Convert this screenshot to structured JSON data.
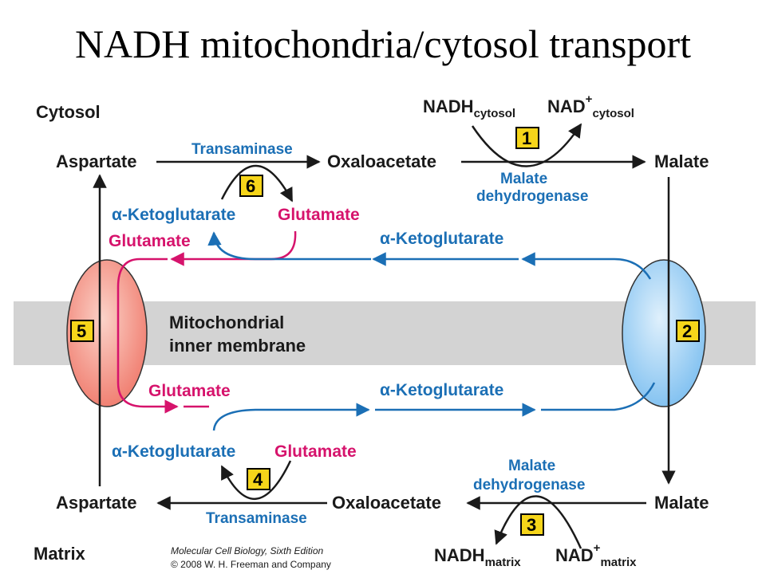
{
  "title": "NADH mitochondria/cytosol transport",
  "compartments": {
    "cytosol": "Cytosol",
    "matrix": "Matrix",
    "membrane_line1": "Mitochondrial",
    "membrane_line2": "inner membrane"
  },
  "cytosol": {
    "aspartate": "Aspartate",
    "oxaloacetate": "Oxaloacetate",
    "malate": "Malate",
    "transaminase": "Transaminase",
    "akg": "α-Ketoglutarate",
    "glutamate": "Glutamate",
    "nadh": "NADH",
    "nadh_sub": "cytosol",
    "nad": "NAD",
    "nad_sup": "+",
    "nad_sub": "cytosol",
    "mdh_line1": "Malate",
    "mdh_line2": "dehydrogenase"
  },
  "transport": {
    "glutamate_top": "Glutamate",
    "akg_top": "α-Ketoglutarate",
    "glutamate_bottom": "Glutamate",
    "akg_bottom": "α-Ketoglutarate"
  },
  "matrix": {
    "aspartate": "Aspartate",
    "oxaloacetate": "Oxaloacetate",
    "malate": "Malate",
    "transaminase": "Transaminase",
    "akg": "α-Ketoglutarate",
    "glutamate": "Glutamate",
    "nadh": "NADH",
    "nadh_sub": "matrix",
    "nad": "NAD",
    "nad_sup": "+",
    "nad_sub": "matrix",
    "mdh_line1": "Malate",
    "mdh_line2": "dehydrogenase"
  },
  "steps": {
    "s1": "1",
    "s2": "2",
    "s3": "3",
    "s4": "4",
    "s5": "5",
    "s6": "6"
  },
  "credit": {
    "line1": "Molecular Cell Biology, Sixth Edition",
    "line2": "© 2008 W. H. Freeman and Company"
  },
  "colors": {
    "pink": "#d6136c",
    "blue": "#1b6fb5",
    "step_box": "#f6d51a",
    "membrane": "#d3d3d3"
  }
}
